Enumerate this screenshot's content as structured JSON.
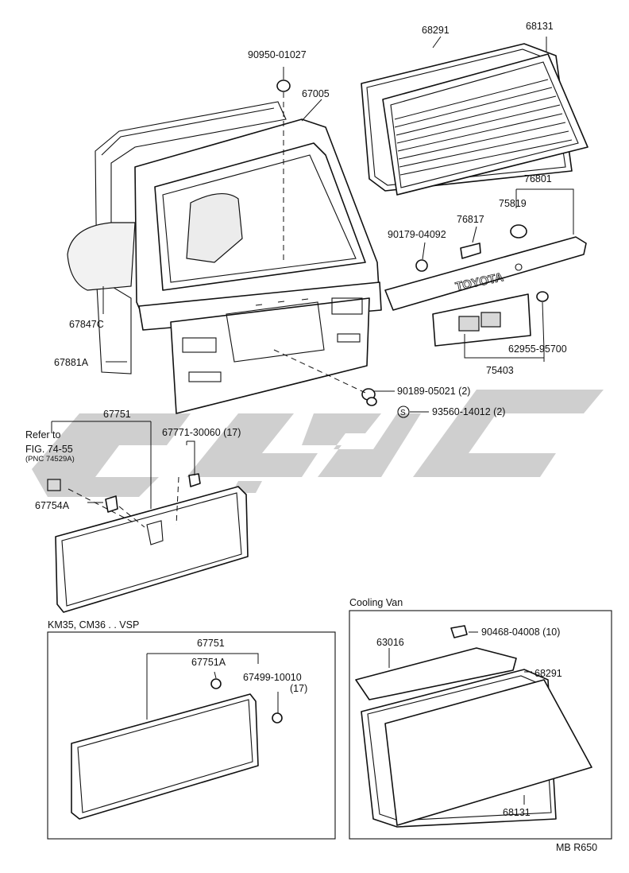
{
  "diagram": {
    "parts": [
      {
        "id": "p90950",
        "label": "90950-01027"
      },
      {
        "id": "p67005",
        "label": "67005"
      },
      {
        "id": "p68291_top",
        "label": "68291"
      },
      {
        "id": "p68131_top",
        "label": "68131"
      },
      {
        "id": "p76801",
        "label": "76801"
      },
      {
        "id": "p75819",
        "label": "75819"
      },
      {
        "id": "p76817",
        "label": "76817"
      },
      {
        "id": "p90179",
        "label": "90179-04092"
      },
      {
        "id": "p67847c",
        "label": "67847C"
      },
      {
        "id": "p67881a",
        "label": "67881A"
      },
      {
        "id": "p62955",
        "label": "62955-95700"
      },
      {
        "id": "p75403",
        "label": "75403"
      },
      {
        "id": "p90189",
        "label": "90189-05021 (2)"
      },
      {
        "id": "p93560",
        "label": "93560-14012 (2)"
      },
      {
        "id": "p67751_main",
        "label": "67751"
      },
      {
        "id": "p67771",
        "label": "67771-30060 (17)"
      },
      {
        "id": "p67754a",
        "label": "67754A"
      },
      {
        "id": "p67751_vsp",
        "label": "67751"
      },
      {
        "id": "p67751a_vsp",
        "label": "67751A"
      },
      {
        "id": "p67499_line1",
        "label": "67499-10010"
      },
      {
        "id": "p67499_line2",
        "label": "(17)"
      },
      {
        "id": "p63016",
        "label": "63016"
      },
      {
        "id": "p90468",
        "label": "90468-04008 (10)"
      },
      {
        "id": "p68291_cv",
        "label": "68291"
      },
      {
        "id": "p68131_cv",
        "label": "68131"
      }
    ],
    "symbol_s": "S",
    "emblem_text": "TOYOTA",
    "refer_note": {
      "line1": "Refer to",
      "line2": "FIG. 74-55",
      "line3": "(PNC 74529A)"
    },
    "inset_vsp_title": "KM35, CM36 . . VSP",
    "inset_cooling_title": "Cooling Van",
    "footer_code": "MB   R650"
  }
}
